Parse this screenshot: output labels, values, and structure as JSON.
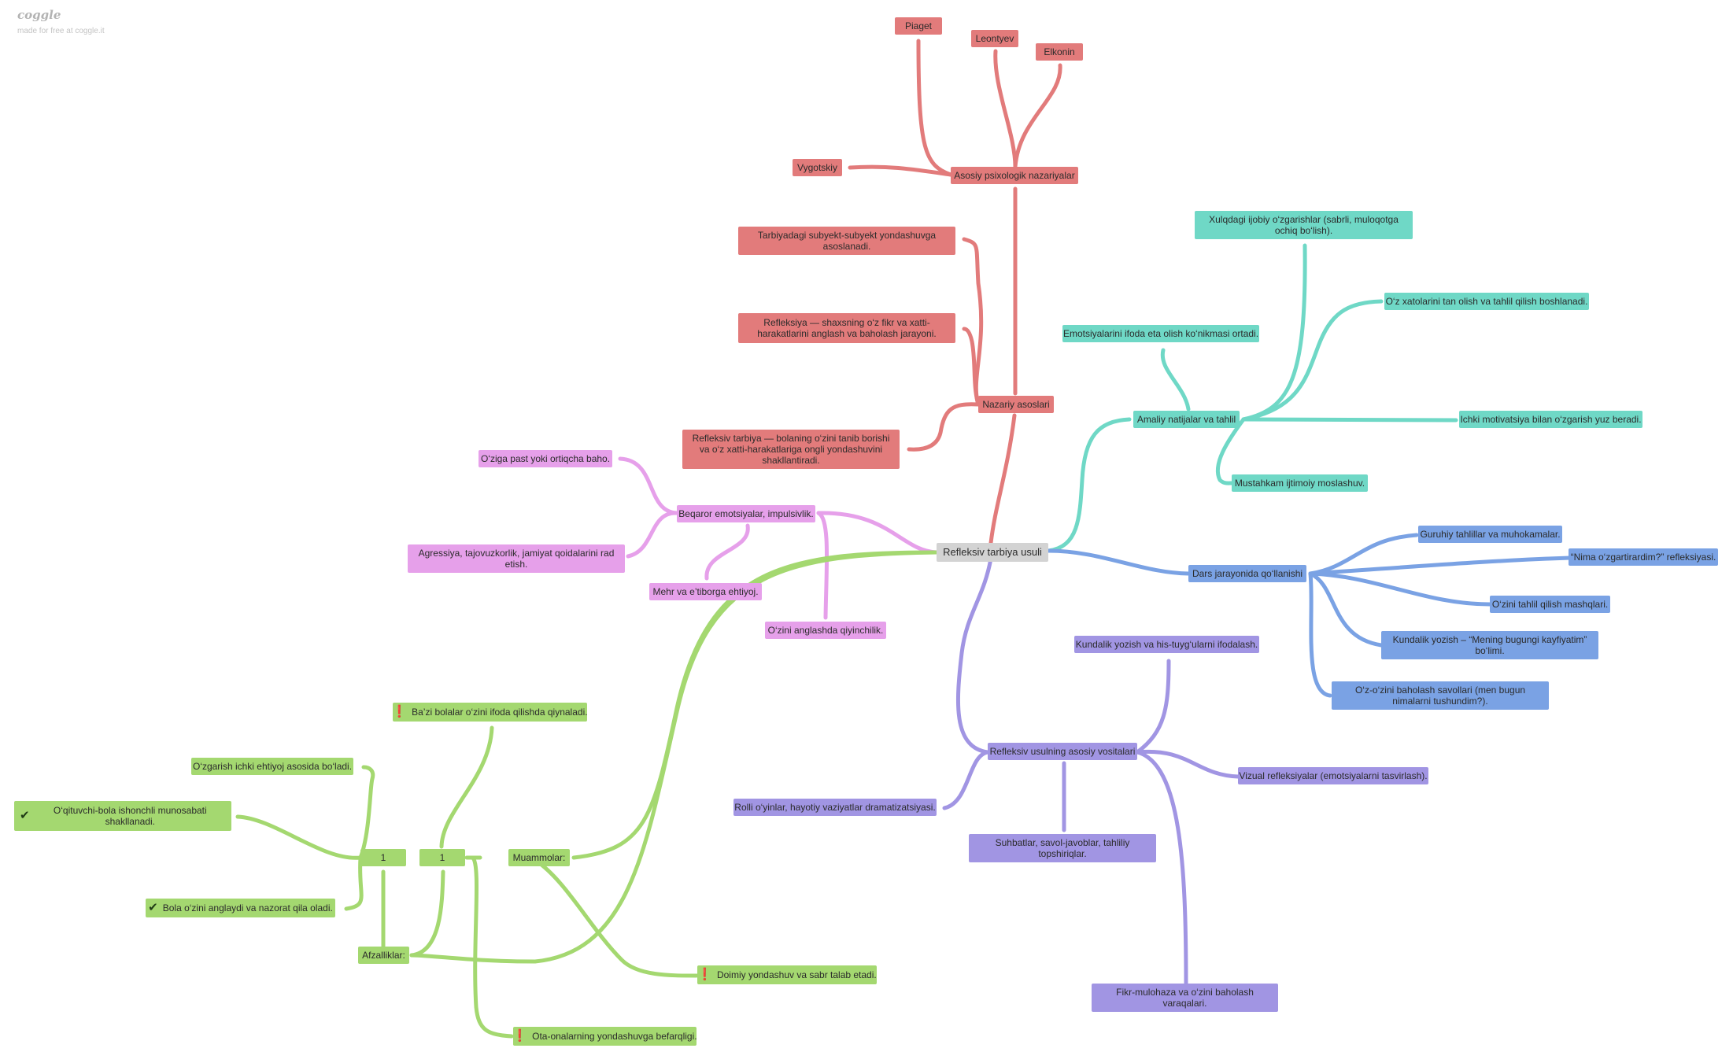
{
  "brand": {
    "logo": "coggle",
    "tagline": "made for free at coggle.it"
  },
  "colors": {
    "red": "#e27b7b",
    "teal": "#6fd8c6",
    "blue": "#7aa2e4",
    "purple": "#a195e3",
    "pink": "#e6a0ea",
    "green": "#a4d870",
    "root": "#d3d3d3"
  },
  "nodes": {
    "root": "Refleksiv tarbiya usuli",
    "nazariy": "Nazariy asoslari",
    "asosiy_psix": "Asosiy psixologik nazariyalar",
    "piaget": "Piaget",
    "leontyev": "Leontyev",
    "elkonin": "Elkonin",
    "vygotskiy": "Vygotskiy",
    "subyekt": "Tarbiyadagi subyekt-subyekt yondashuvga asoslanadi.",
    "refleksiya_def": "Refleksiya — shaxsning o‘z fikr va xatti-harakatlarini anglash va baholash jarayoni.",
    "refleksiv_tarbiya": "Refleksiv tarbiya — bolaning o‘zini tanib borishi va o‘z xatti-harakatlariga ongli yondashuvini shakllantiradi.",
    "amaliy": "Amaliy natijalar va tahlil",
    "xulq": "Xulqdagi ijobiy o‘zgarishlar (sabrli, muloqotga ochiq bo‘lish).",
    "xato": "O‘z xatolarini tan olish va tahlil qilish boshlanadi.",
    "emotsiya_ifoda": "Emotsiyalarini ifoda eta olish ko‘nikmasi ortadi.",
    "ichki_motiv": "Ichki motivatsiya bilan o‘zgarish yuz beradi.",
    "mustahkam": "Mustahkam ijtimoiy moslashuv.",
    "dars": "Dars jarayonida qo‘llanishi",
    "guruhiy": "Guruhiy tahlillar va muhokamalar.",
    "nima": "“Nima o‘zgartirardim?” refleksiyasi.",
    "ozini_tahlil": "O‘zini tahlil qilish mashqlari.",
    "kundalik_yozish": "Kundalik yozish – “Mening bugungi kayfiyatim” bo‘limi.",
    "oz_baholash": "O‘z-o‘zini baholash savollari (men bugun nimalarni tushundim?).",
    "vositalar": "Refleksiv usulning asosiy vositalari",
    "kundalik_his": "Kundalik yozish va his-tuyg‘ularni ifodalash.",
    "vizual": "Vizual refleksiyalar (emotsiyalarni tasvirlash).",
    "rolli": "Rolli o‘yinlar, hayotiy vaziyatlar dramatizatsiyasi.",
    "suhbat": "Suhbatlar, savol-javoblar, tahliliy topshiriqlar.",
    "fikr": "Fikr-mulohaza va o‘zini baholash varaqalari.",
    "beqaror": "Beqaror emotsiyalar, impulsivlik.",
    "oziga_past": "O‘ziga past yoki ortiqcha baho.",
    "agressiya": "Agressiya, tajovuzkorlik, jamiyat qoidalarini rad etish.",
    "mehr": "Mehr va e’tiborga ehtiyoj.",
    "ozini_anglash": "O‘zini anglashda qiyinchilik.",
    "muammolar": "Muammolar:",
    "num1a": "1",
    "num1b": "1",
    "afzalliklar": "Afzalliklar:",
    "bazi": "Ba’zi bolalar o‘zini ifoda qilishda qiynaladi.",
    "ozgarish": "O‘zgarish ichki ehtiyoj asosida bo‘ladi.",
    "qituvchi": "O‘qituvchi-bola ishonchli munosabati shakllanadi.",
    "bola": "Bola o‘zini anglaydi va nazorat qila oladi.",
    "doimiy": "Doimiy yondashuv va sabr talab etadi.",
    "ota": "Ota-onalarning yondashuvga befarqligi."
  },
  "icons": {
    "exclamation": "❗",
    "check": "✔"
  }
}
